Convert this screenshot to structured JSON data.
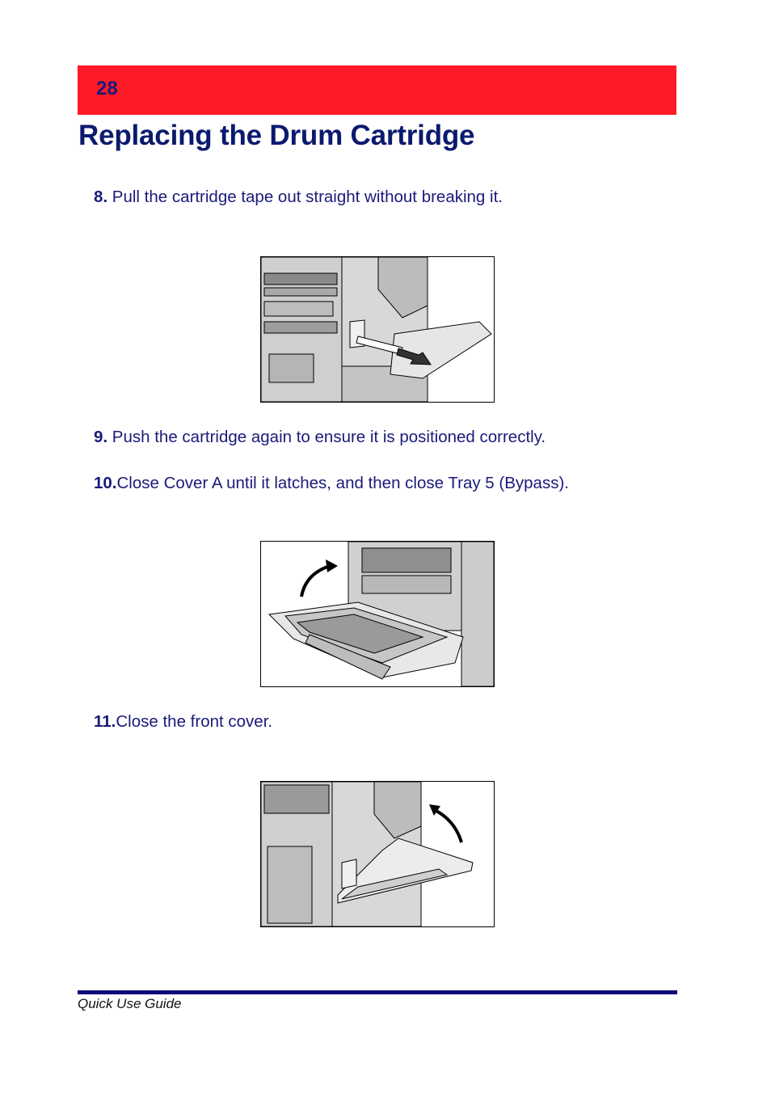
{
  "header": {
    "page_number": "28"
  },
  "title": "Replacing the Drum Cartridge",
  "steps": [
    {
      "num": "8.",
      "text": " Pull the cartridge tape out straight without breaking it."
    },
    {
      "num": "9.",
      "text": " Push the cartridge again to ensure it is positioned correctly."
    },
    {
      "num": "10.",
      "text": "Close Cover A until it latches, and then close Tray 5 (Bypass)."
    },
    {
      "num": "11.",
      "text": "Close the front cover."
    }
  ],
  "footer": {
    "text": "Quick Use Guide"
  },
  "colors": {
    "header_red": "#ff1a27",
    "title_blue": "#0b1a6e",
    "rule_navy": "#0b0b78"
  }
}
